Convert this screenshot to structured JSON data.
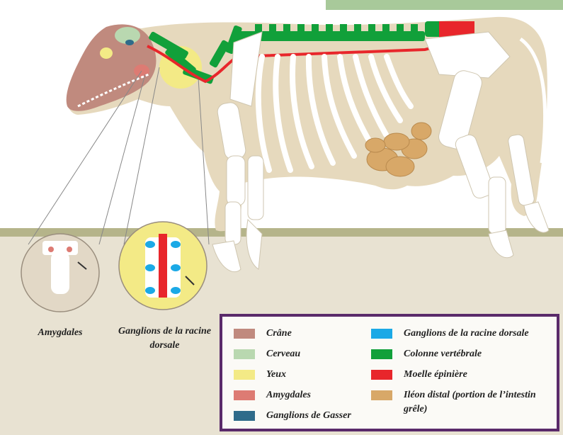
{
  "captions": {
    "amygdales": "Amygdales",
    "ganglions": "Ganglions de la racine dorsale"
  },
  "legend": {
    "left": [
      {
        "label": "Crâne",
        "color": "#c08a7e",
        "icon": "skull-swatch"
      },
      {
        "label": "Cerveau",
        "color": "#b9d8b0",
        "icon": "brain-swatch"
      },
      {
        "label": "Yeux",
        "color": "#f3ea86",
        "icon": "eyes-swatch"
      },
      {
        "label": "Amygdales",
        "color": "#dd7b73",
        "icon": "tonsils-swatch"
      },
      {
        "label": "Ganglions de Gasser",
        "color": "#2f6b8a",
        "icon": "gasser-swatch"
      }
    ],
    "right": [
      {
        "label": "Ganglions de la racine dorsale",
        "color": "#1ba9e6",
        "icon": "dorsal-ganglia-swatch"
      },
      {
        "label": "Colonne vertébrale",
        "color": "#11a03a",
        "icon": "spine-swatch"
      },
      {
        "label": "Moelle épinière",
        "color": "#e8262b",
        "icon": "spinal-cord-swatch"
      },
      {
        "label": "Iléon distal (portion de l’intestin grêle)",
        "color": "#d8a868",
        "icon": "ileum-swatch"
      }
    ]
  },
  "colors": {
    "body": "#e6d9bd",
    "ground": "#e8e2d2",
    "ground_line": "#b5b48a",
    "top_band": "#a8c99a",
    "bone": "#ffffff",
    "legend_border": "#5a2a6a"
  }
}
